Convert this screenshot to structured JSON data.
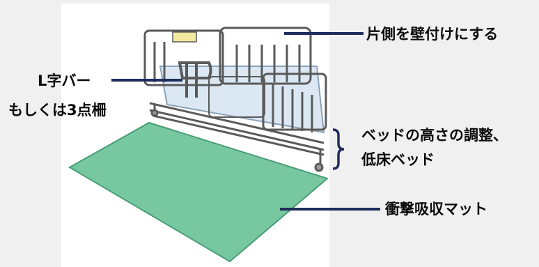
{
  "labels": {
    "wall_side": "片側を壁付けにする",
    "l_bar_line1": "L字バー",
    "l_bar_line2": "もしくは3点柵",
    "bed_height_line1": "ベッドの高さの調整、",
    "bed_height_line2": "低床ベッド",
    "impact_mat": "衝撃吸収マット"
  },
  "colors": {
    "leader_line": "#1f2d5c",
    "mat_fill": "#6cc39a",
    "mat_edge": "#3f9a6e",
    "bed_outline": "#5a5a5a",
    "mattress": "#dbe8f3"
  },
  "illustration": {
    "subject": "bed-with-side-rails-and-floor-mat"
  }
}
